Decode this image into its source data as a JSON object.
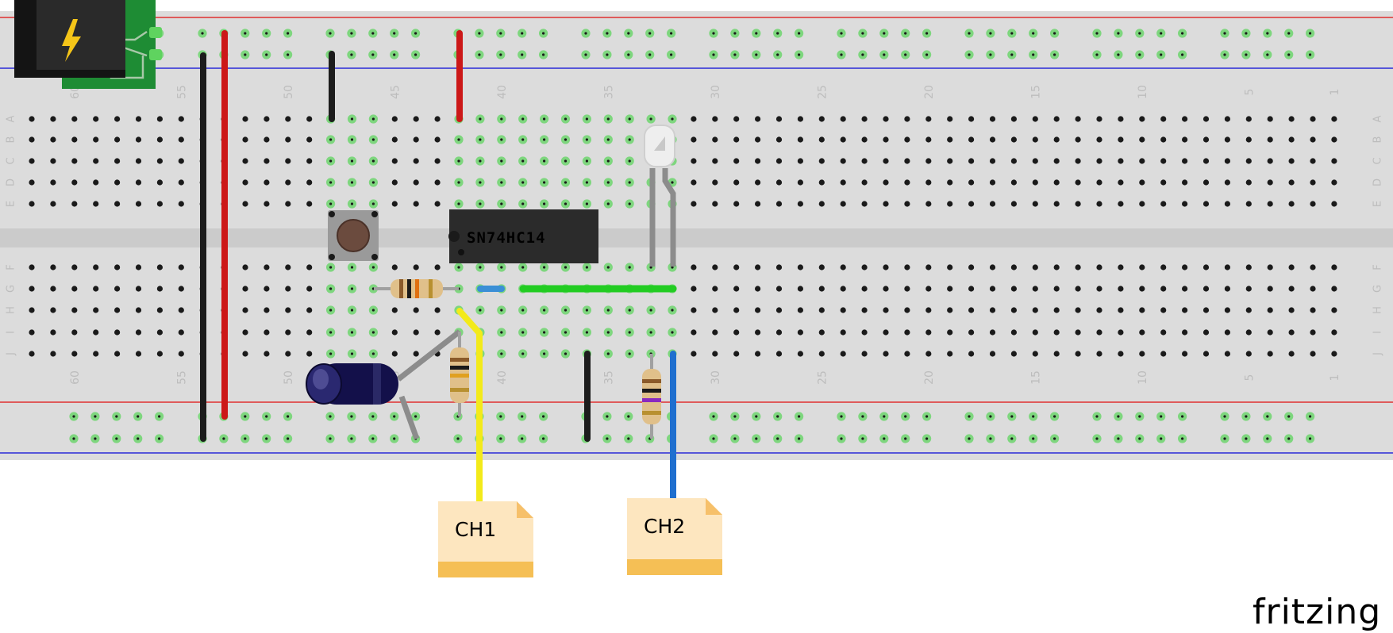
{
  "breadboard": {
    "columns_top": [
      "60",
      "55",
      "50",
      "45",
      "40",
      "35",
      "30",
      "25",
      "20",
      "15",
      "10",
      "5",
      "1"
    ],
    "columns_bottom": [
      "60",
      "55",
      "50",
      "45",
      "40",
      "35",
      "30",
      "25",
      "20",
      "15",
      "10",
      "5",
      "1"
    ],
    "rows_top": [
      "A",
      "B",
      "C",
      "D",
      "E"
    ],
    "rows_bottom": [
      "F",
      "G",
      "H",
      "I",
      "J"
    ]
  },
  "ic": {
    "label": "SN74HC14"
  },
  "probes": [
    {
      "label": "CH1"
    },
    {
      "label": "CH2"
    }
  ],
  "brand": "fritzing",
  "colors": {
    "board": "#dcdcdc",
    "rail_red": "#e03030",
    "rail_blue": "#2a2ad8",
    "wire_black": "#1c1c1c",
    "wire_red": "#cc1818",
    "wire_yellow": "#f3ea1a",
    "wire_blue": "#1f6fcf",
    "wire_green": "#22cc22",
    "highlight": "#7ed67e",
    "note": "#fde6bf"
  }
}
